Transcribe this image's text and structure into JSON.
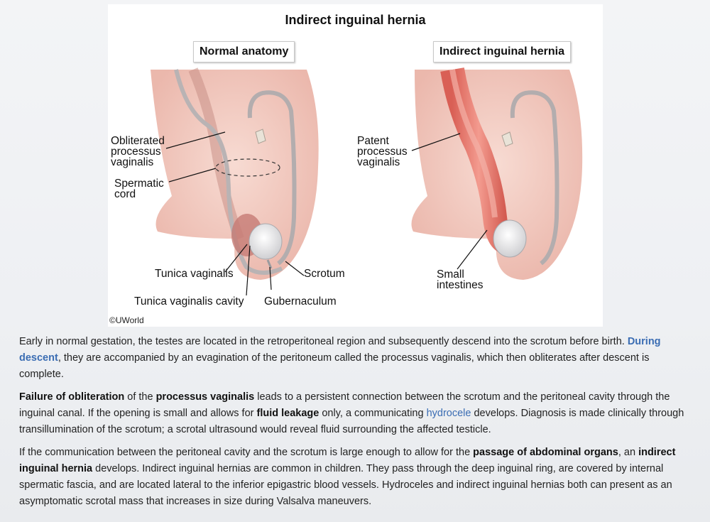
{
  "figure": {
    "title": "Indirect inguinal hernia",
    "left_panel_title": "Normal anatomy",
    "right_panel_title": "Indirect inguinal hernia",
    "labels": {
      "obliterated_pv": [
        "Obliterated",
        "processus",
        "vaginalis"
      ],
      "spermatic_cord": [
        "Spermatic",
        "cord"
      ],
      "tunica_vaginalis": "Tunica vaginalis",
      "scrotum": "Scrotum",
      "tunica_vaginalis_cavity": "Tunica vaginalis cavity",
      "gubernaculum": "Gubernaculum",
      "patent_pv": [
        "Patent",
        "processus",
        "vaginalis"
      ],
      "small_intestines": [
        "Small",
        "intestines"
      ]
    },
    "credit": "©UWorld"
  },
  "paragraph1": {
    "t1": "Early in normal gestation, the testes are located in the retroperitoneal region and subsequently descend into the scrotum before birth.  ",
    "link1": "During descent",
    "t2": ", they are accompanied by an evagination of the peritoneum called the processus vaginalis, which then obliterates after descent is complete."
  },
  "paragraph2": {
    "b1": "Failure of obliteration",
    "t1": " of the ",
    "b2": "processus vaginalis",
    "t2": " leads to a persistent connection between the scrotum and the peritoneal cavity through the inguinal canal.  If the opening is small and allows for ",
    "b3": "fluid leakage",
    "t3": " only, a communicating ",
    "link1": "hydrocele",
    "t4": " develops.  Diagnosis is made clinically through transillumination of the scrotum; a scrotal ultrasound would reveal fluid surrounding the affected testicle."
  },
  "paragraph3": {
    "t1": "If the communication between the peritoneal cavity and the scrotum is large enough to allow for the ",
    "b1": "passage of abdominal organs",
    "t2": ", an ",
    "b2": "indirect inguinal hernia",
    "t3": " develops.  Indirect inguinal hernias are common in children.  They pass through the deep inguinal ring, are covered by internal spermatic fascia, and are located lateral to the inferior epigastric blood vessels.  Hydroceles and indirect inguinal hernias both can present as an asymptomatic scrotal mass that increases in size during Valsalva maneuvers."
  },
  "colors": {
    "skin": "#f2c8bd",
    "skin_dark": "#e3a99c",
    "intestine": "#e2776c",
    "link": "#3b6db3"
  }
}
